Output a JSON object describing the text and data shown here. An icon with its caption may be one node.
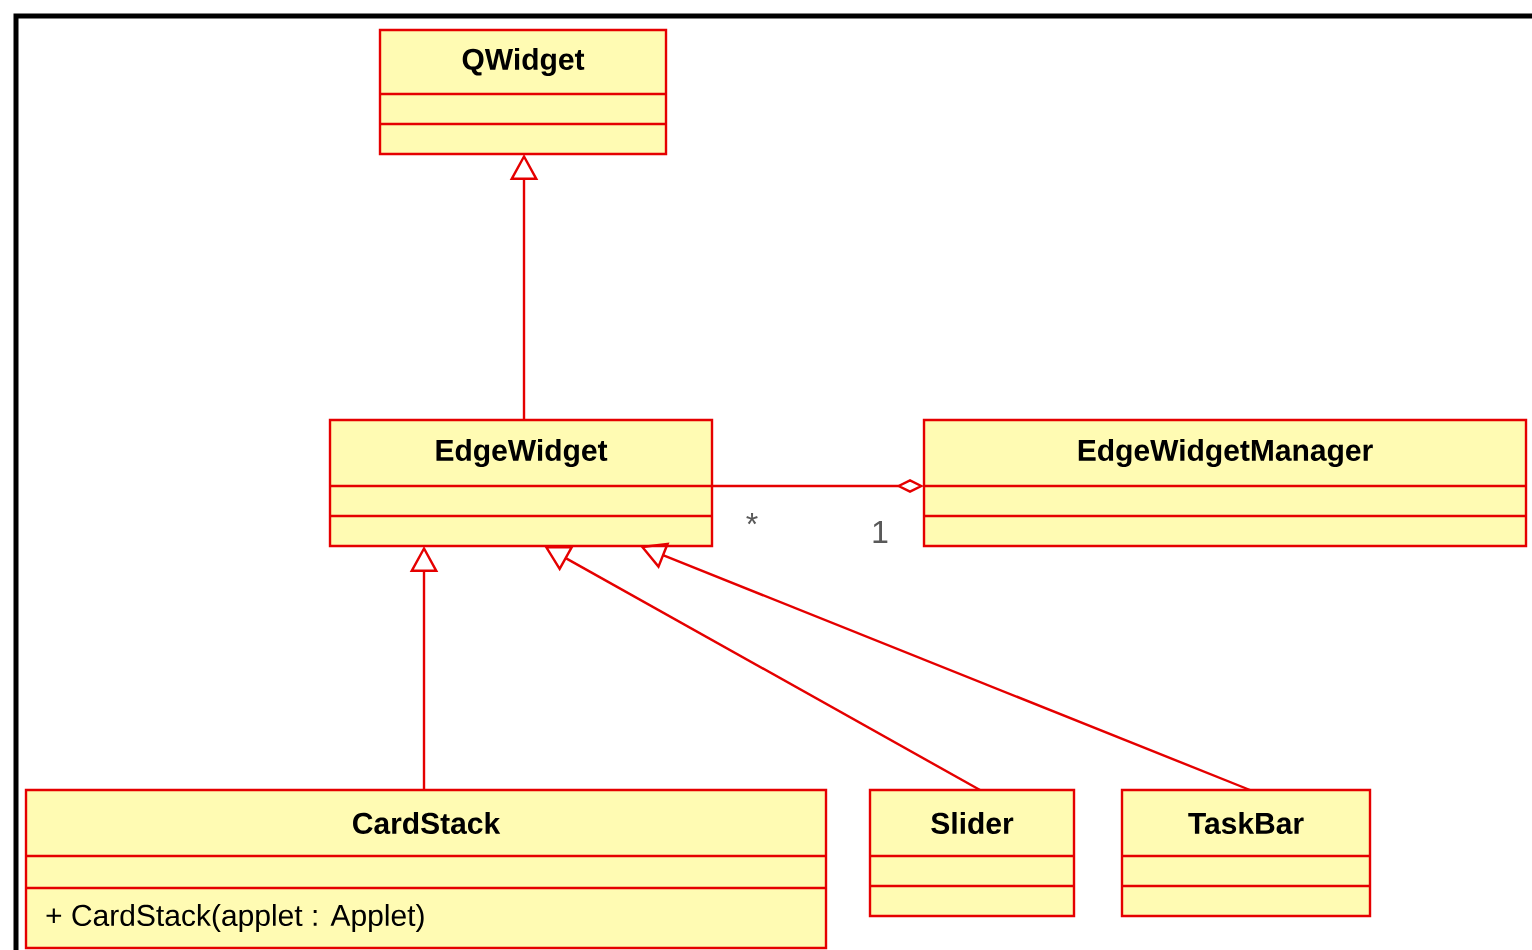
{
  "diagram": {
    "nodes": [
      {
        "text": [
          "QWidget"
        ]
      },
      {
        "text": [
          "EdgeWidget"
        ]
      },
      {
        "text": [
          "EdgeWidgetManager"
        ]
      },
      {
        "text": [
          "CardStack",
          "+ CardStack(applet : Applet)"
        ]
      },
      {
        "text": [
          "Slider"
        ]
      },
      {
        "text": [
          "TaskBar"
        ]
      }
    ],
    "edges": [
      {
        "from": 1,
        "to": 0,
        "arrow": "to"
      },
      {
        "from": 1,
        "to": 2,
        "arrow": "other"
      },
      {
        "from": 3,
        "to": 1,
        "arrow": "to"
      },
      {
        "from": 4,
        "to": 1,
        "arrow": "to"
      },
      {
        "from": 5,
        "to": 1,
        "arrow": "to"
      }
    ],
    "labels": [
      "*",
      "1"
    ]
  }
}
